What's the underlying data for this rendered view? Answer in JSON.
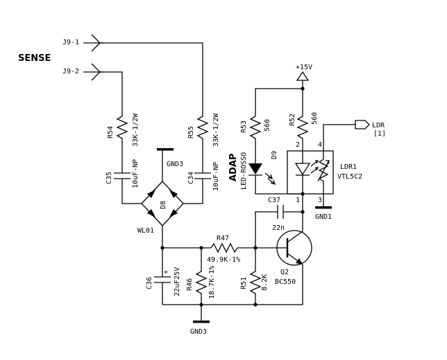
{
  "sense_label": "SENSE",
  "connectors": {
    "j9_1": "J9-1",
    "j9_2": "J9-2",
    "ldr_out": "LDR",
    "ldr_sheet": "[1]"
  },
  "grounds": {
    "gnd3_top": "GND3",
    "gnd3_bottom": "GND3",
    "gnd1": "GND1"
  },
  "supply": "+15V",
  "resistors": {
    "r54": {
      "ref": "R54",
      "value": "33K-1/2W"
    },
    "r55": {
      "ref": "R55",
      "value": "33K-1/2W"
    },
    "r53": {
      "ref": "R53",
      "value": "560"
    },
    "r52": {
      "ref": "R52",
      "value": "560"
    },
    "r47": {
      "ref": "R47",
      "value": "49.9K-1%"
    },
    "r46": {
      "ref": "R46",
      "value": "18.7K-1%"
    },
    "r51": {
      "ref": "R51",
      "value": "8.2K"
    }
  },
  "capacitors": {
    "c35": {
      "ref": "C35",
      "value": "10uF-NP"
    },
    "c34": {
      "ref": "C34",
      "value": "10uF-NP"
    },
    "c37": {
      "ref": "C37",
      "value": "22n"
    },
    "c36": {
      "ref": "C36",
      "value": "22uF25V",
      "polarity": "+"
    }
  },
  "bridge": {
    "ref": "D8",
    "part": "WL01"
  },
  "led": {
    "ref": "D9",
    "part": "LED-ROSSO",
    "group": "ADAP"
  },
  "optocoupler": {
    "ref": "LDR1",
    "part": "VTL5C2",
    "pins": [
      "2",
      "4",
      "1",
      "3"
    ]
  },
  "transistor": {
    "ref": "Q2",
    "part": "BC550"
  }
}
